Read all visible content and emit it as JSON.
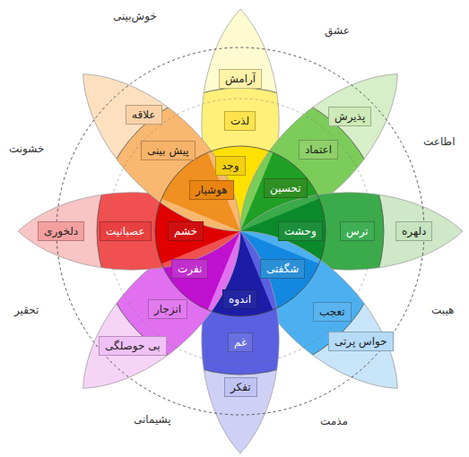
{
  "diagram": {
    "nodes": [
      {
        "text": [
          "آرامش"
        ]
      },
      {
        "text": [
          "لذت"
        ]
      },
      {
        "text": [
          "وجد"
        ]
      },
      {
        "text": [
          "پذیرش"
        ]
      },
      {
        "text": [
          "اعتماد"
        ]
      },
      {
        "text": [
          "تحسین"
        ]
      },
      {
        "text": [
          "دلهره"
        ]
      },
      {
        "text": [
          "ترس"
        ]
      },
      {
        "text": [
          "وحشت"
        ]
      },
      {
        "text": [
          "حواس پرتی"
        ]
      },
      {
        "text": [
          "تعجب"
        ]
      },
      {
        "text": [
          "شگفتی"
        ]
      },
      {
        "text": [
          "تفکر"
        ]
      },
      {
        "text": [
          "غم"
        ]
      },
      {
        "text": [
          "اندوه"
        ]
      },
      {
        "text": [
          "بی حوصلگی"
        ]
      },
      {
        "text": [
          "انزجار"
        ]
      },
      {
        "text": [
          "نفرت"
        ]
      },
      {
        "text": [
          "دلخوری"
        ]
      },
      {
        "text": [
          "عصبانیت"
        ]
      },
      {
        "text": [
          "خشم"
        ]
      },
      {
        "text": [
          "علاقه"
        ]
      },
      {
        "text": [
          "پیش بینی"
        ]
      },
      {
        "text": [
          "هوشیار"
        ]
      }
    ],
    "labels": [
      "خوش‌بینی",
      "عشق",
      "اطاعت",
      "هیبت",
      "مذمت",
      "پشیمانی",
      "تحقیر",
      "خشونت"
    ]
  }
}
